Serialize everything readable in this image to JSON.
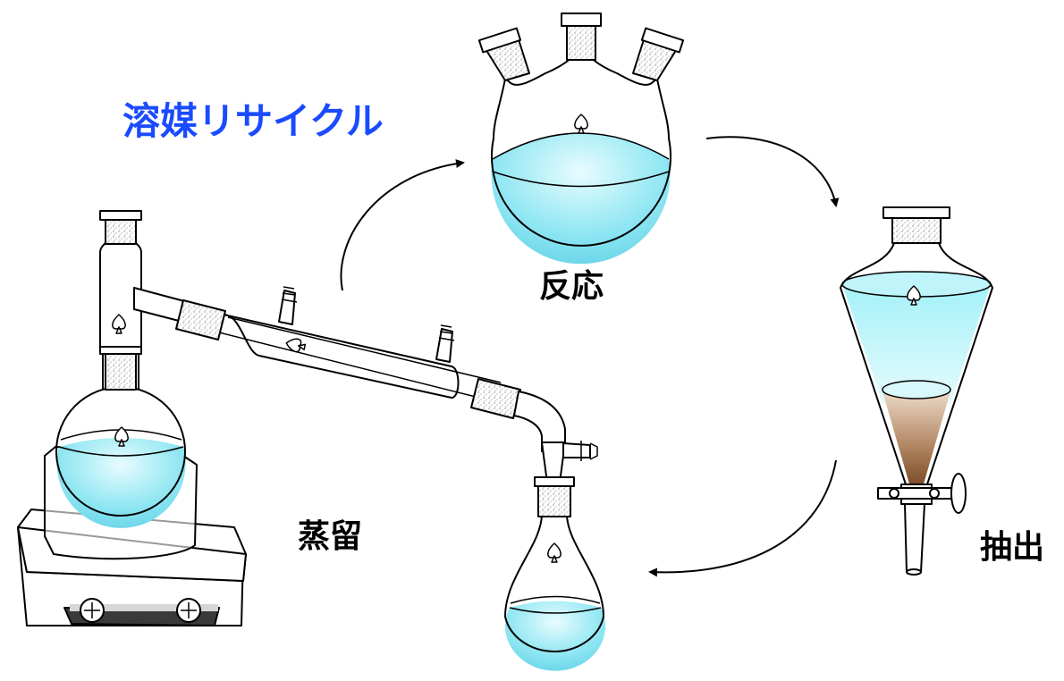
{
  "title": "溶媒リサイクル",
  "steps": {
    "reaction": "反応",
    "extraction": "抽出",
    "distillation": "蒸留"
  },
  "colors": {
    "title": "#1a4bff",
    "solvent": "#7fe3f0",
    "aqueous_layer": "#a07850",
    "glass_outline": "#000000",
    "heater_display": "#3a3a3a"
  },
  "icons": {
    "flask_marker": "spade-icon",
    "heater_knobs": "dial-icon",
    "cycle_arrows": "curved-arrow-icon"
  }
}
